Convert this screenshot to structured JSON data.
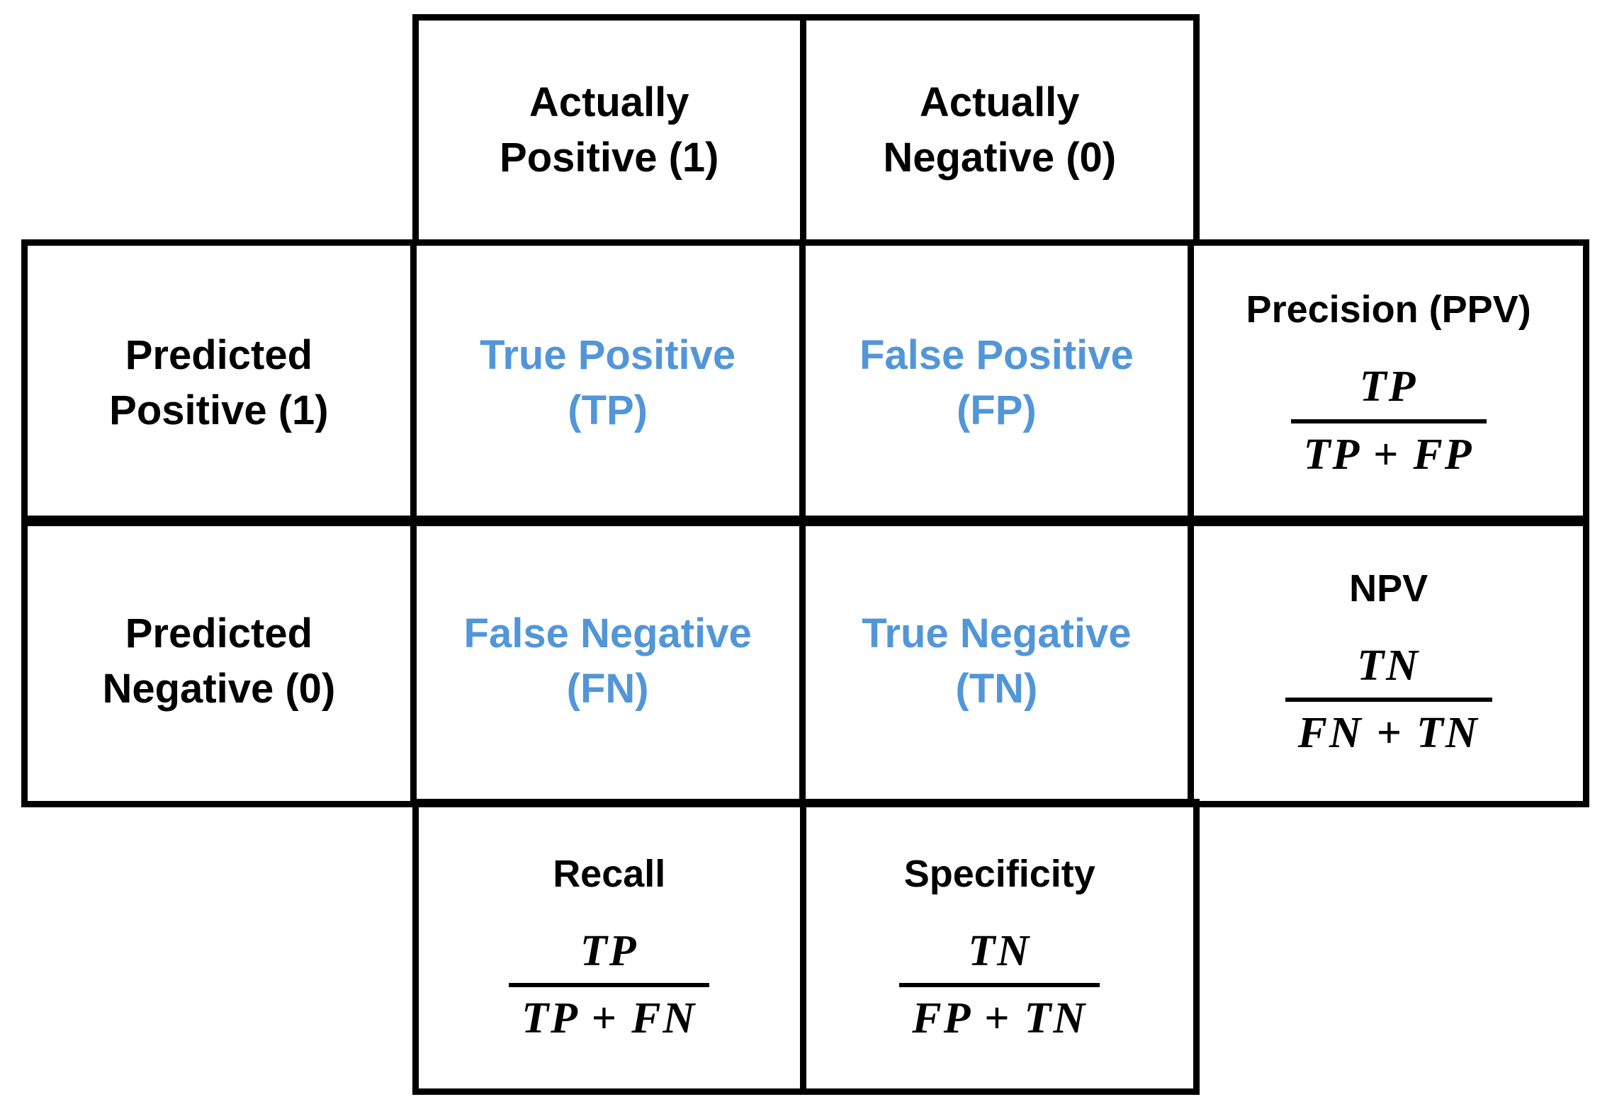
{
  "colors": {
    "accent_blue": "#5296D9",
    "border_black": "#000000",
    "background": "#FFFFFF"
  },
  "matrix": {
    "column_headers": [
      {
        "line1": "Actually",
        "line2": "Positive (1)"
      },
      {
        "line1": "Actually",
        "line2": "Negative (0)"
      }
    ],
    "row_headers": [
      {
        "line1": "Predicted",
        "line2": "Positive (1)"
      },
      {
        "line1": "Predicted",
        "line2": "Negative (0)"
      }
    ],
    "cells": {
      "true_positive": {
        "line1": "True Positive",
        "line2": "(TP)"
      },
      "false_positive": {
        "line1": "False Positive",
        "line2": "(FP)"
      },
      "false_negative": {
        "line1": "False Negative",
        "line2": "(FN)"
      },
      "true_negative": {
        "line1": "True Negative",
        "line2": "(TN)"
      }
    },
    "metrics": {
      "precision": {
        "title": "Precision (PPV)",
        "numerator": "TP",
        "denominator": "TP + FP"
      },
      "npv": {
        "title": "NPV",
        "numerator": "TN",
        "denominator": "FN + TN"
      },
      "recall": {
        "title": "Recall",
        "numerator": "TP",
        "denominator": "TP + FN"
      },
      "specificity": {
        "title": "Specificity",
        "numerator": "TN",
        "denominator": "FP + TN"
      }
    }
  }
}
